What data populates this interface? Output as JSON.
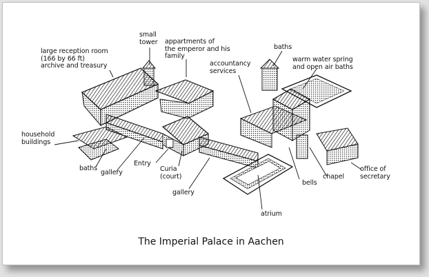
{
  "caption": "The Imperial Palace in Aachen",
  "labels": {
    "reception": "large reception room\n(166 by 66 ft)\narchive and treasury",
    "small_tower": "small\ntower",
    "apartments": "appartments of\nthe emperor and his\nfamily",
    "baths_top": "baths",
    "accountancy": "accountancy\nservices",
    "warm_water": "warm water spring\nand open air baths",
    "household": "household\nbuildings",
    "baths_left": "baths",
    "gallery_left": "gallery",
    "entry": "Entry",
    "curia": "Curia\n(court)",
    "gallery_bottom": "gallery",
    "atrium": "atrium",
    "bells": "bells",
    "chapel": "chapel",
    "office": "office of\nsecretary"
  },
  "colors": {
    "ink": "#111111",
    "paper": "#ffffff",
    "frame": "#e2e2e2"
  }
}
